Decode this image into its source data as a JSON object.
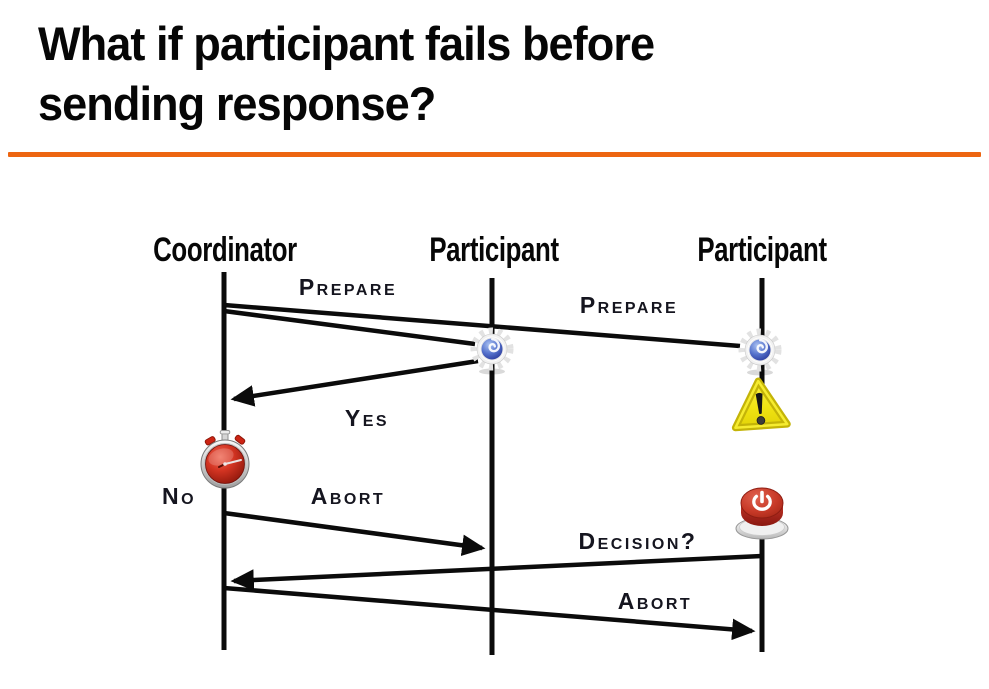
{
  "slide": {
    "title_line1": "What if participant fails before",
    "title_line2": "sending response?",
    "accent_color": "#ED6511"
  },
  "diagram": {
    "actors": [
      {
        "label": "Coordinator"
      },
      {
        "label": "Participant"
      },
      {
        "label": "Participant"
      }
    ],
    "messages": [
      {
        "name": "prepare-1",
        "label": "Prepare",
        "from": "Coordinator",
        "to": "Participant 1"
      },
      {
        "name": "prepare-2",
        "label": "Prepare",
        "from": "Coordinator",
        "to": "Participant 2"
      },
      {
        "name": "yes",
        "label": "Yes",
        "from": "Participant 1",
        "to": "Coordinator"
      },
      {
        "name": "no",
        "label": "No",
        "from": "Coordinator",
        "to": "Coordinator"
      },
      {
        "name": "abort-1",
        "label": "Abort",
        "from": "Coordinator",
        "to": "Participant 1"
      },
      {
        "name": "decision",
        "label": "Decision?",
        "from": "Participant 2",
        "to": "Coordinator"
      },
      {
        "name": "abort-2",
        "label": "Abort",
        "from": "Coordinator",
        "to": "Participant 2"
      }
    ],
    "icons": [
      "processing-gear-icon",
      "processing-gear-icon",
      "warning-icon",
      "stopwatch-timeout-icon",
      "power-off-icon"
    ],
    "line_color": "#0b0b0b"
  }
}
